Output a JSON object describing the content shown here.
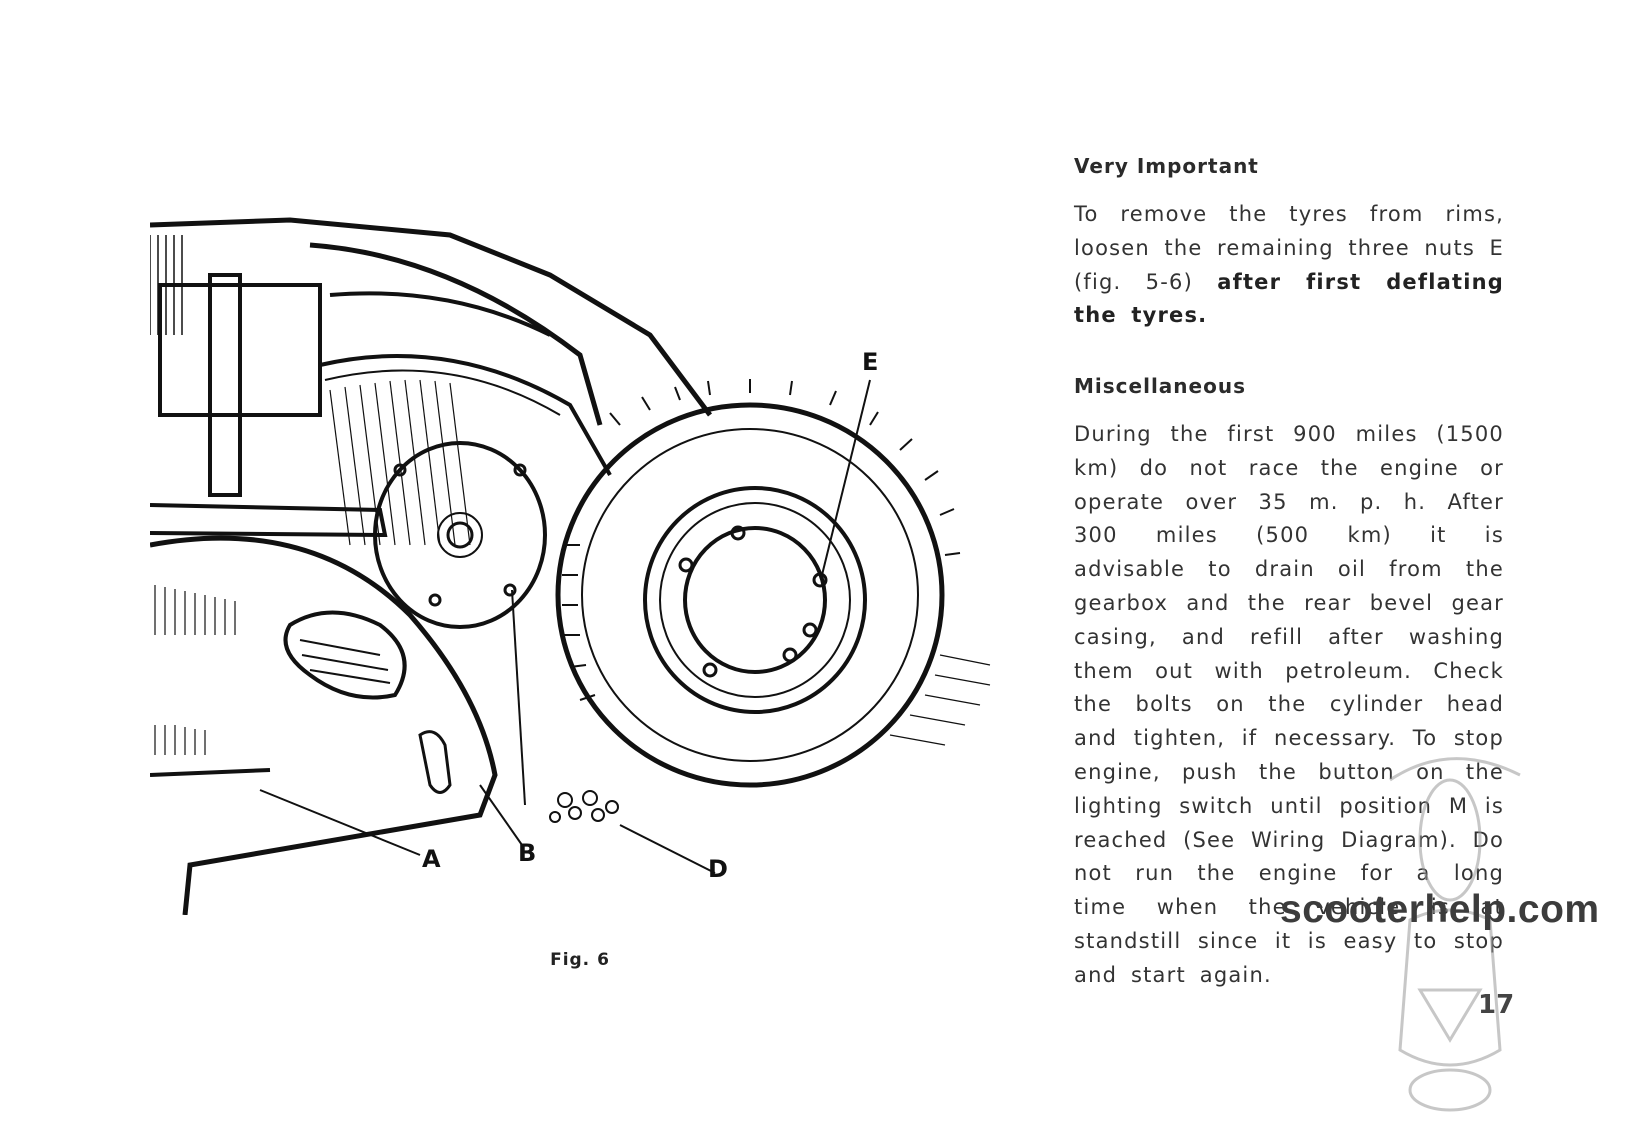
{
  "figure": {
    "caption": "Fig. 6",
    "callouts": {
      "a": "A",
      "b": "B",
      "d": "D",
      "e": "E"
    }
  },
  "section_very_important": {
    "heading": "Very Important",
    "text_before_bold": "To remove the tyres from rims, loosen the remaining three nuts E (fig. 5-6) ",
    "bold_text": "after first deflating the tyres."
  },
  "section_misc": {
    "heading": "Miscellaneous",
    "text": "During the first 900 miles (1500 km) do not race the engine or operate over 35 m. p. h. After 300 miles (500 km) it is advisable to drain oil from the gearbox and the rear bevel gear casing, and refill after washing them out with petroleum. Check the bolts on the cylinder head and tighten, if necessary. To stop engine, push the button on the lighting switch until position M is reached (See Wiring Diagram). Do not run the engine for a long time when the vehicle is at standstill since it is easy to stop and start again."
  },
  "page_number": "17",
  "watermark": "scooterhelp.com"
}
